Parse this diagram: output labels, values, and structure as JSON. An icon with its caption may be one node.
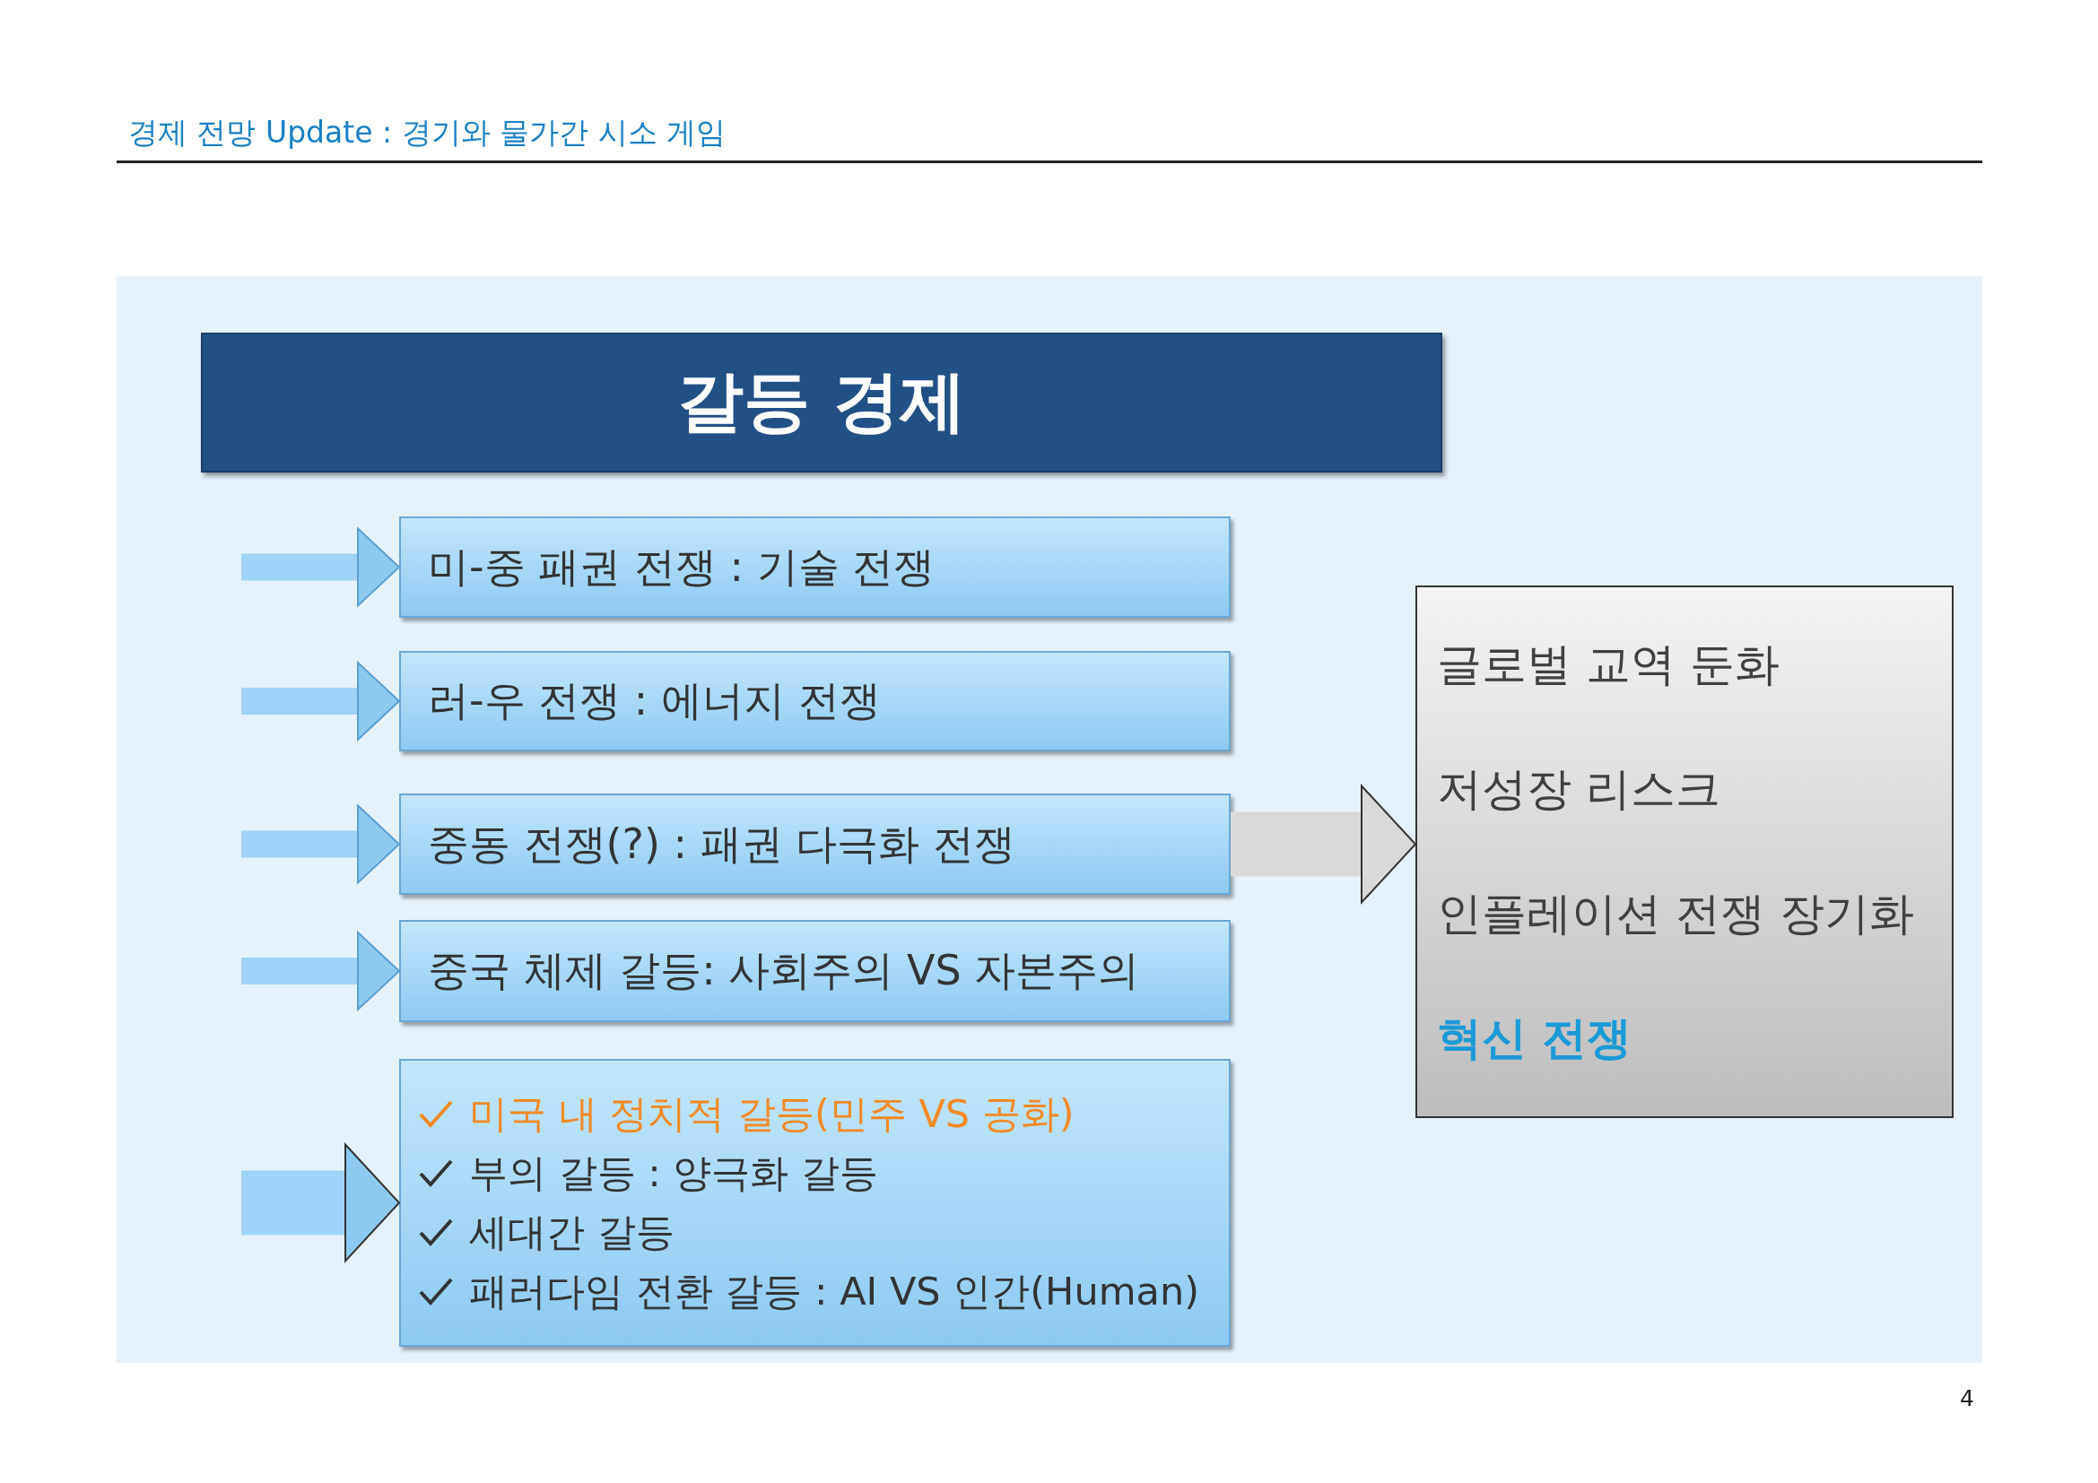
{
  "diagram": {
    "nodes": [
      {
        "text": [],
        "shape": "box"
      },
      {
        "text": [
          "갈등 경제"
        ],
        "in": 0
      },
      {
        "text": [
          "미-중 패권 전쟁 : 기술 전쟁"
        ],
        "in": 0
      },
      {
        "text": [
          "러-우 전쟁 : 에너지 전쟁"
        ],
        "in": 0
      },
      {
        "text": [
          "중동 전쟁(?) : 패권 다극화 전쟁"
        ],
        "in": 0
      },
      {
        "text": [
          "중국 체제 갈등: 사회주의 VS 자본주의"
        ],
        "in": 0
      },
      {
        "text": [
          "미국 내 정치적 갈등(민주 VS 공화)",
          "부의 갈등 : 양극화 갈등",
          "세대간 갈등",
          "패러다임 전환 갈등 : AI VS 인간(Human)"
        ],
        "in": 0
      },
      {
        "text": [
          "글로벌 교역 둔화",
          "저성장 리스크",
          "인플레이션 전쟁 장기화",
          "혁신 전쟁"
        ],
        "in": 0
      }
    ],
    "edges": [
      {
        "from": null,
        "to": 2,
        "arrow": "to"
      },
      {
        "from": null,
        "to": 3,
        "arrow": "to"
      },
      {
        "from": null,
        "to": 4,
        "arrow": "to"
      },
      {
        "from": null,
        "to": 5,
        "arrow": "to"
      },
      {
        "from": null,
        "to": 6,
        "arrow": "to",
        "style": "thick"
      },
      {
        "from": 4,
        "to": 7,
        "arrow": "to",
        "style": "thick",
        "color": "#d9d9d9"
      }
    ],
    "labels": [
      "경제 전망 Update : 경기와 물가간 시소 게임",
      "4"
    ]
  }
}
